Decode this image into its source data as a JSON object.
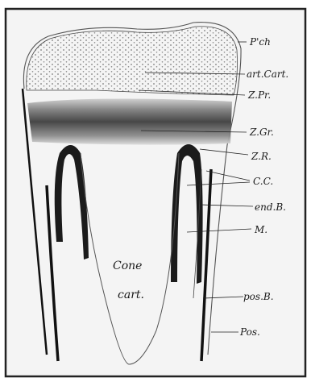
{
  "figure": {
    "labels": {
      "pch": "P'ch",
      "art_cart": "art.Cart.",
      "z_pr": "Z.Pr.",
      "z_gr": "Z.Gr.",
      "z_r": "Z.R.",
      "cc": "C.C.",
      "end_b": "end.B.",
      "m": "M.",
      "pos_b": "pos.B.",
      "pos": "Pos.",
      "cone_line1": "Cone",
      "cone_line2": "cart."
    }
  }
}
